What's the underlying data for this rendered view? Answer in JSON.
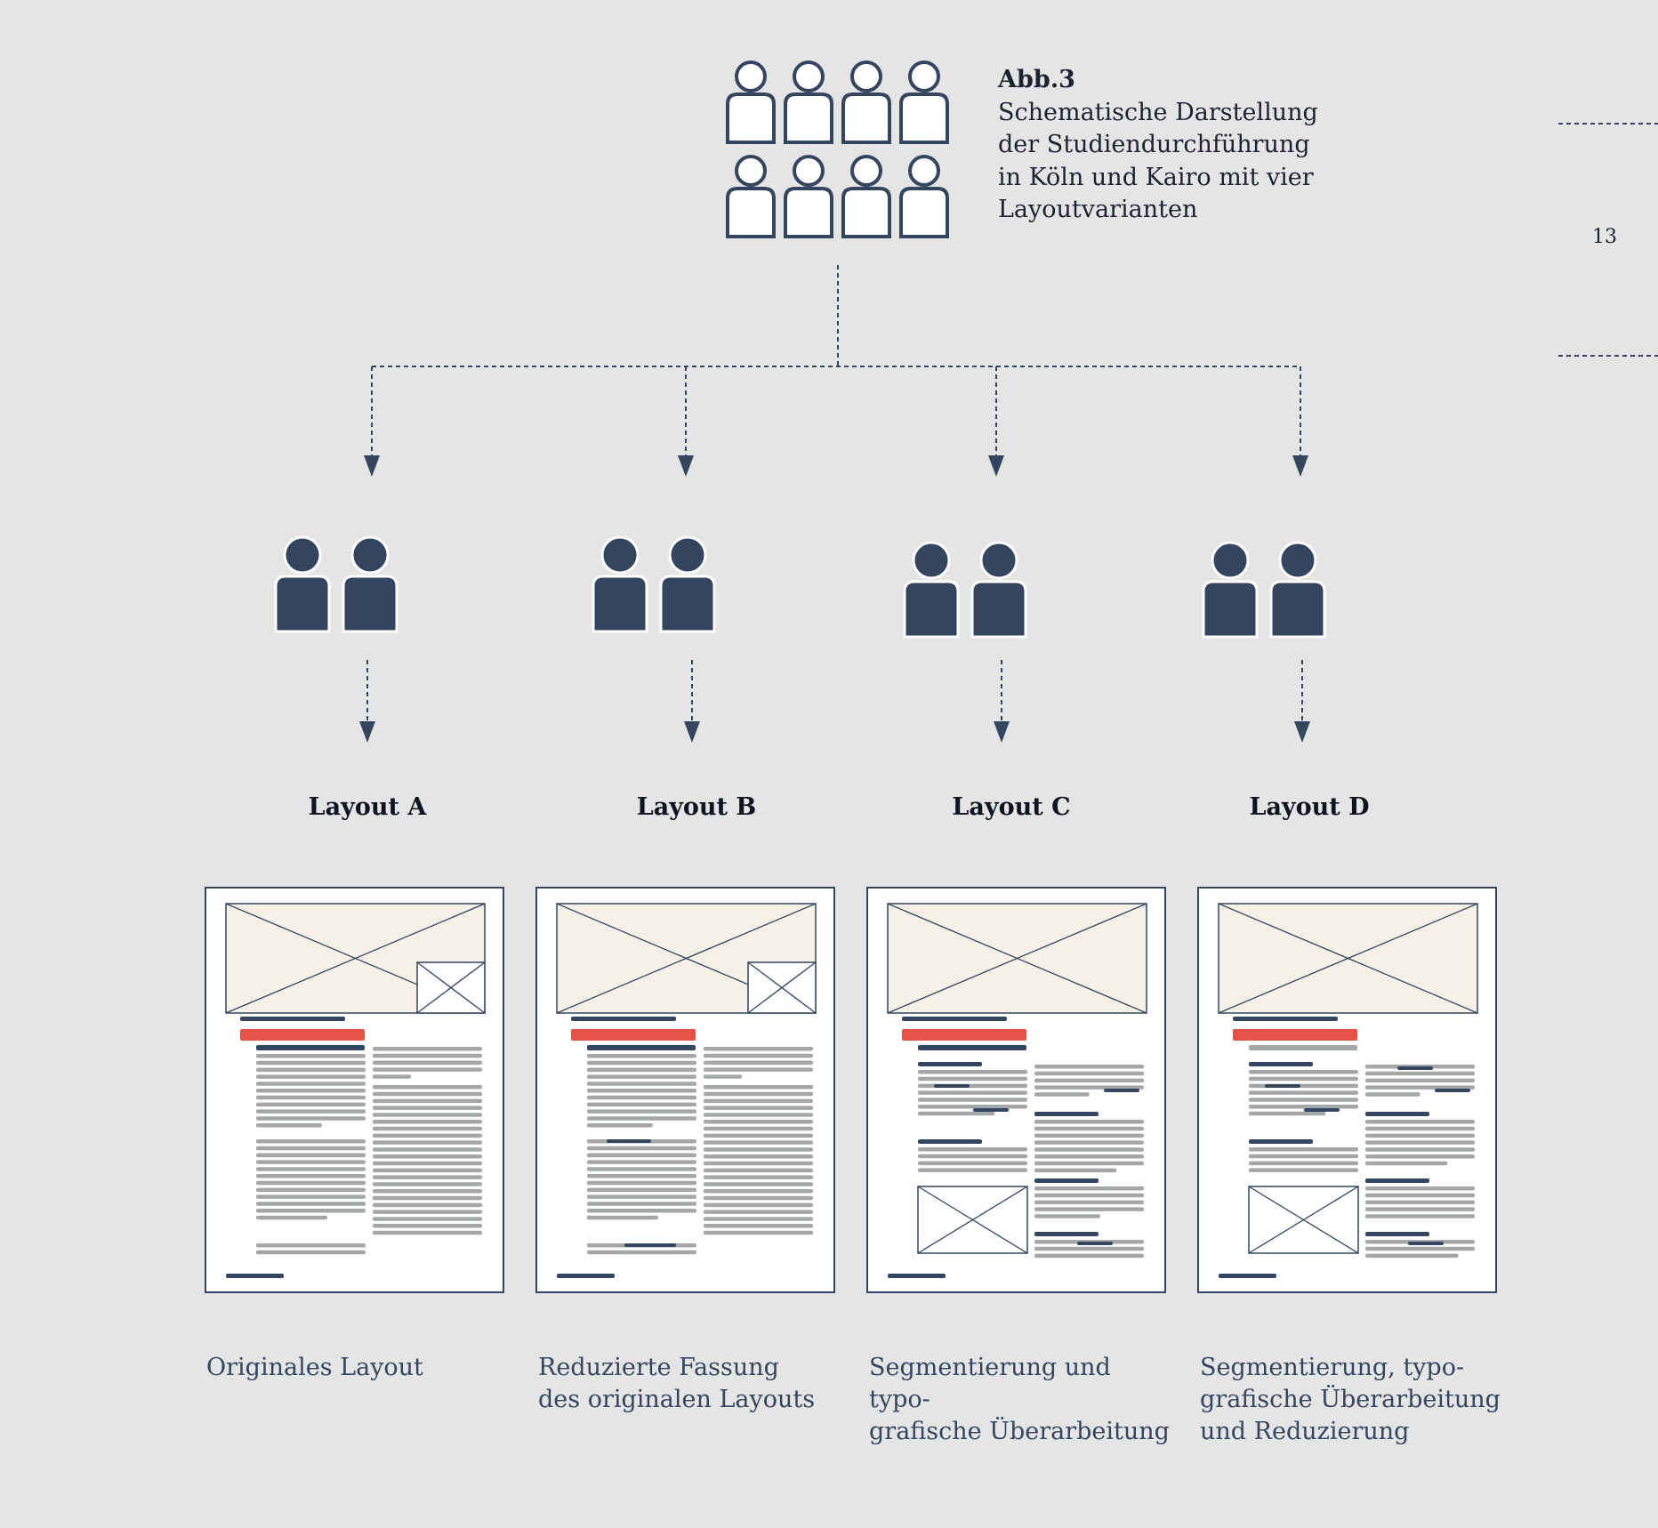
{
  "figure": {
    "label": "Abb.3",
    "caption_lines": [
      "Schematische Darstellung",
      "der Studiendurchführung",
      "in Köln und Kairo mit vier",
      "Layoutvarianten"
    ]
  },
  "page_number": "13",
  "layouts": [
    {
      "title": "Layout A",
      "description_lines": [
        "Originales Layout"
      ]
    },
    {
      "title": "Layout B",
      "description_lines": [
        "Reduzierte Fassung",
        "des originalen Layouts"
      ]
    },
    {
      "title": "Layout C",
      "description_lines": [
        "Segmentierung und typo-",
        "grafische Überarbeitung"
      ]
    },
    {
      "title": "Layout D",
      "description_lines": [
        "Segmentierung, typo-",
        "grafische Überarbeitung",
        "und Reduzierung"
      ]
    }
  ],
  "colors": {
    "background": "#e4e5e4",
    "navy": "#34465f",
    "accent": "#e55346",
    "image_fill": "#f6f1e7",
    "text_gray": "#a3a8a6"
  },
  "icons": {
    "group": "people-group-icon",
    "pair": "person-pair-icon",
    "placeholder": "image-placeholder-icon"
  }
}
